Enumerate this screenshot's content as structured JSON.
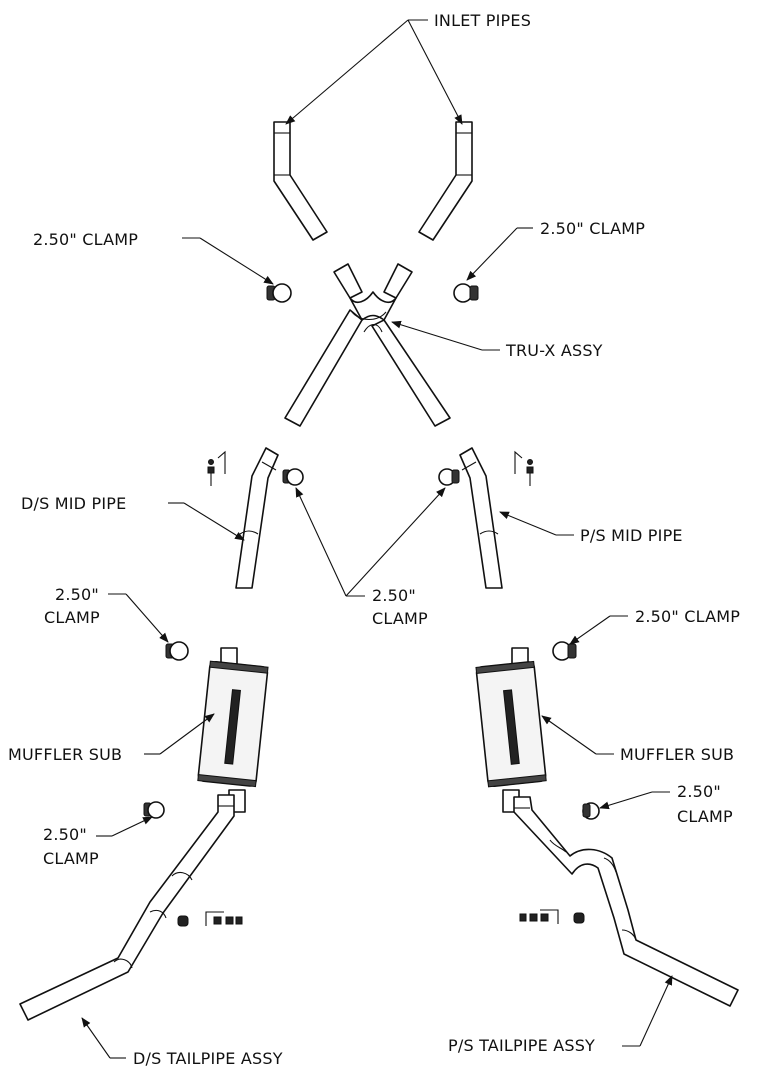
{
  "labels": {
    "inlet_pipes": "INLET PIPES",
    "clamp_ul": "2.50\" CLAMP",
    "clamp_ur": "2.50\" CLAMP",
    "tru_x": "TRU-X ASSY",
    "ds_mid": "D/S MID PIPE",
    "ps_mid": "P/S MID PIPE",
    "clamp_mid_center_1": "2.50\"",
    "clamp_mid_center_2": "CLAMP",
    "clamp_ml_1": "2.50\"",
    "clamp_ml_2": "CLAMP",
    "clamp_mr": "2.50\" CLAMP",
    "muffler_l": "MUFFLER SUB",
    "muffler_r": "MUFFLER SUB",
    "clamp_ll_1": "2.50\"",
    "clamp_ll_2": "CLAMP",
    "clamp_lr_1": "2.50\"",
    "clamp_lr_2": "CLAMP",
    "ds_tail": "D/S TAILPIPE ASSY",
    "ps_tail": "P/S TAILPIPE ASSY"
  },
  "icons": [
    "clamp-icon",
    "hanger-icon",
    "muffler-icon",
    "pipe-icon"
  ]
}
